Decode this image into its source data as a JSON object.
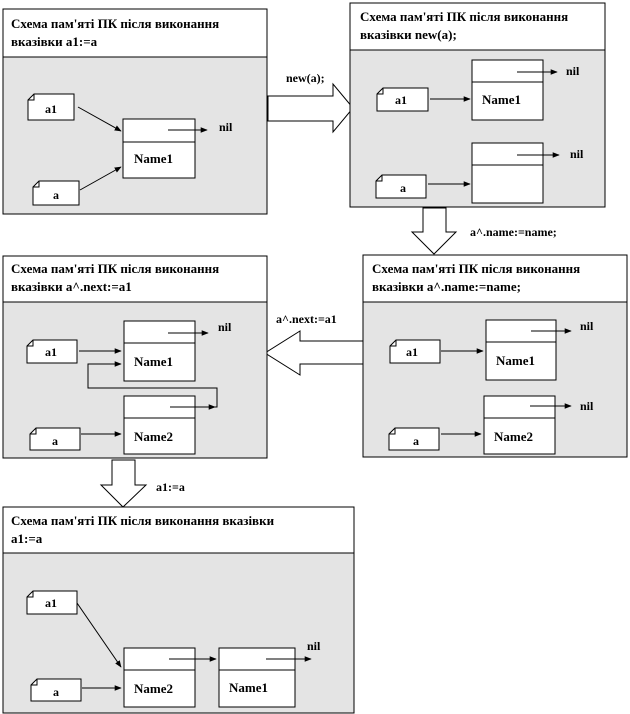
{
  "panels": {
    "p1": {
      "title_line1": "Схема пам'яті ПК після виконання",
      "title_line2": "вказівки  a1:=a"
    },
    "p2": {
      "title_line1": "Схема пам'яті ПК після виконання",
      "title_line2": "вказівки  new(a);"
    },
    "p3": {
      "title_line1": "Схема пам'яті ПК після виконання",
      "title_line2": "вказівки  a^.next:=a1"
    },
    "p4": {
      "title_line1": "Схема пам'яті ПК після виконання",
      "title_line2": "вказівки  a^.name:=name;"
    },
    "p5": {
      "title_line1": "Схема пам'яті ПК після виконання вказівки",
      "title_line2": "a1:=a"
    }
  },
  "transitions": {
    "t1": "new(a);",
    "t2": "a^.name:=name;",
    "t3": "a^.next:=a1",
    "t4": "a1:=a"
  },
  "labels": {
    "a1": "a1",
    "a": "a",
    "nil": "nil",
    "name1": "Name1",
    "name2": "Name2"
  },
  "colors": {
    "panel_fill": "#e4e4e4",
    "title_fill": "#ffffff",
    "line": "#000000"
  }
}
